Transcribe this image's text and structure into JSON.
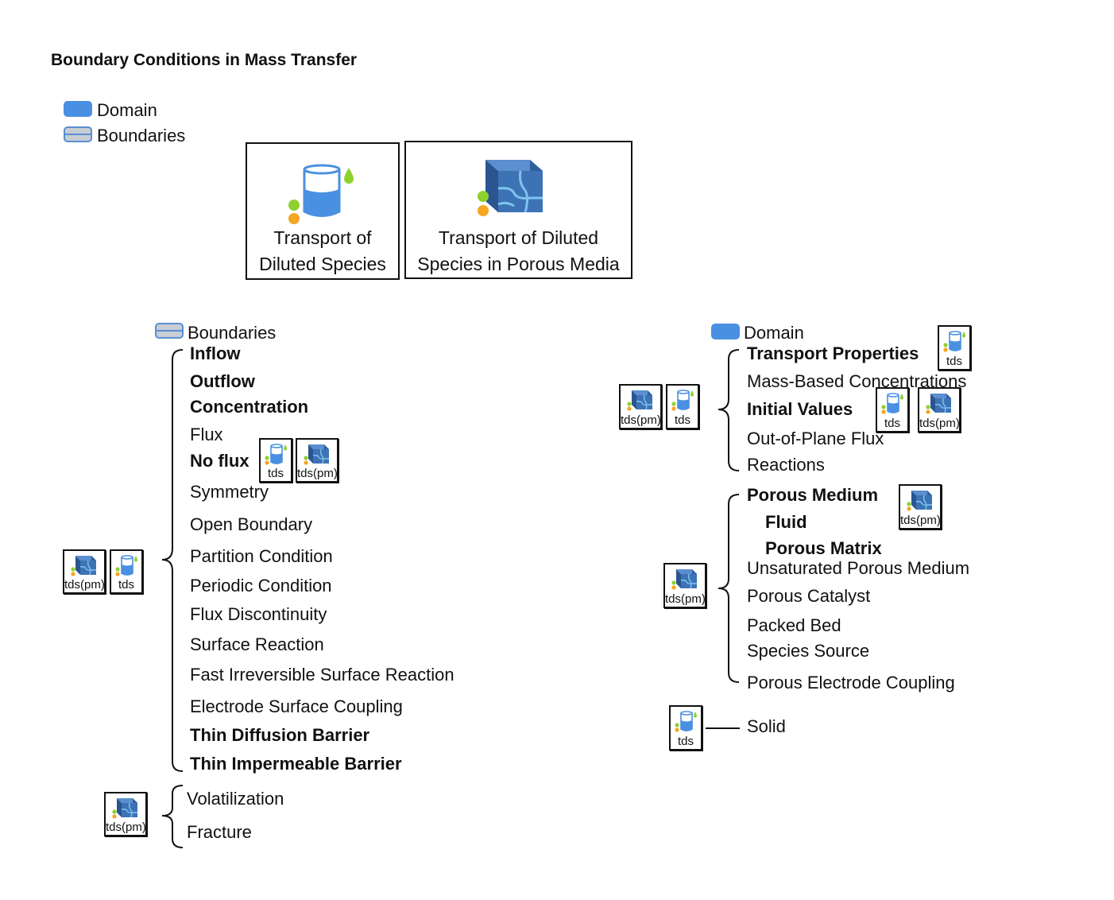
{
  "title": "Boundary Conditions in Mass Transfer",
  "legend": {
    "domain": "Domain",
    "boundaries": "Boundaries"
  },
  "physics": {
    "tds": [
      "Transport of",
      "Diluted Species"
    ],
    "tdspm": [
      "Transport of Diluted",
      "Species in Porous Media"
    ]
  },
  "badges": {
    "tds": "tds",
    "tdspm": "tds(pm)"
  },
  "colors": {
    "domain": "#4a90e2",
    "boundary_fill": "#c8cdd6",
    "cube": "#3d73b5",
    "green": "#8ed12f",
    "orange": "#f5a623"
  },
  "boundaries_group": {
    "header": "Boundaries",
    "items": [
      "Inflow",
      "Outflow",
      "Concentration",
      "Flux",
      "No flux",
      "Symmetry",
      "Open Boundary",
      "Partition Condition",
      "Periodic Condition",
      "Flux Discontinuity",
      "Surface Reaction",
      "Fast Irreversible Surface Reaction",
      "Electrode Surface Coupling",
      "Thin Diffusion Barrier",
      "Thin Impermeable Barrier"
    ],
    "pm_items": [
      "Volatilization",
      "Fracture"
    ]
  },
  "domain_group": {
    "header": "Domain",
    "items": [
      "Transport Properties",
      "Mass-Based Concentrations",
      "Initial Values",
      "Out-of-Plane Flux",
      "Reactions"
    ],
    "pm_items": [
      "Porous Medium",
      "Fluid",
      "Porous Matrix",
      "Unsaturated Porous Medium",
      "Porous Catalyst",
      "Packed Bed",
      "Species Source",
      "Porous Electrode Coupling"
    ],
    "solid": "Solid"
  }
}
